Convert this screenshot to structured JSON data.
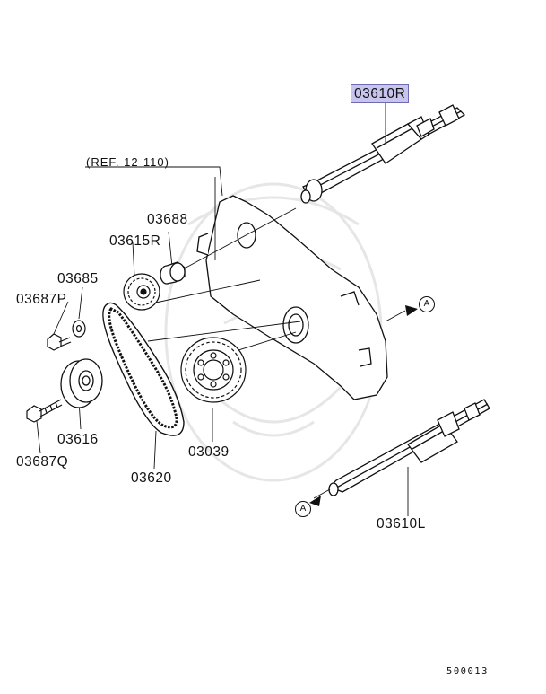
{
  "reference_note": "(REF. 12-110)",
  "parts": {
    "balancer_shaft_right": "03610R",
    "balancer_shaft_left": "03610L",
    "spacer": "03688",
    "sprocket": "03615R",
    "washer": "03685",
    "bolt_upper": "03687P",
    "tensioner": "03616",
    "bolt_lower": "03687Q",
    "belt": "03620",
    "crank_sprocket": "03039"
  },
  "markers": {
    "right": "A",
    "left": "A"
  },
  "diagram_code": "500013",
  "colors": {
    "highlight": "#c7c4ee",
    "line": "#111111",
    "watermark": "#e7e7e7"
  }
}
